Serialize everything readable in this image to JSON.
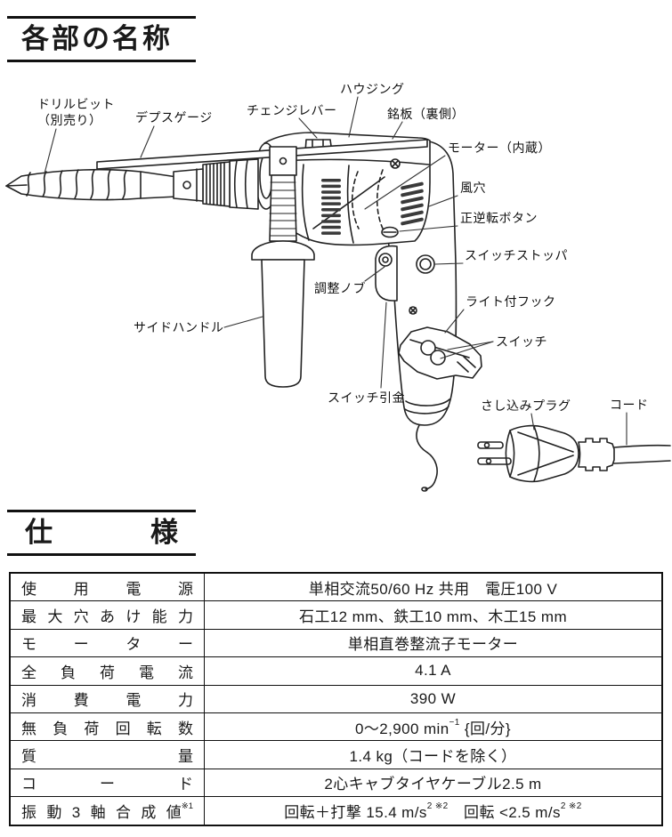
{
  "sections": {
    "parts_title": "各部の名称",
    "spec_title": "仕様"
  },
  "diagram": {
    "labels": {
      "drill_bit": "ドリルビット\n（別売り）",
      "depth_gauge": "デプスゲージ",
      "change_lever": "チェンジレバー",
      "housing": "ハウジング",
      "nameplate": "銘板（裏側）",
      "motor": "モーター（内蔵）",
      "vent": "風穴",
      "reverse_button": "正逆転ボタン",
      "switch_stopper": "スイッチストッパ",
      "hook_with_light": "ライト付フック",
      "switch": "スイッチ",
      "adjust_knob": "調整ノブ",
      "side_handle": "サイドハンドル",
      "switch_trigger": "スイッチ引金",
      "plug": "さし込みプラグ",
      "cord": "コード"
    }
  },
  "spec_table": {
    "rows": [
      {
        "label": "使用電源",
        "value": "単相交流50/60 Hz 共用　電圧100 V"
      },
      {
        "label": "最大穴あけ能力",
        "value": "石工12 mm、鉄工10 mm、木工15 mm"
      },
      {
        "label": "モーター",
        "value": "単相直巻整流子モーター"
      },
      {
        "label": "全負荷電流",
        "value": "4.1 A"
      },
      {
        "label": "消費電力",
        "value": "390 W"
      },
      {
        "label": "無負荷回転数",
        "value_parts": {
          "t1": "0～2,900 min",
          "s1": "−1",
          "t2": " {回/分}"
        }
      },
      {
        "label": "質量",
        "value": "1.4 kg（コードを除く）"
      },
      {
        "label": "コード",
        "value": "2心キャブタイヤケーブル2.5 m"
      },
      {
        "label": "振動3軸合成値",
        "label_sup": "※1",
        "value_parts": {
          "t1": "回転＋打撃 15.4 m/s",
          "s1": "2 ※2",
          "t2": "　回転 <2.5 m/s",
          "s2": "2 ※2"
        }
      }
    ]
  }
}
